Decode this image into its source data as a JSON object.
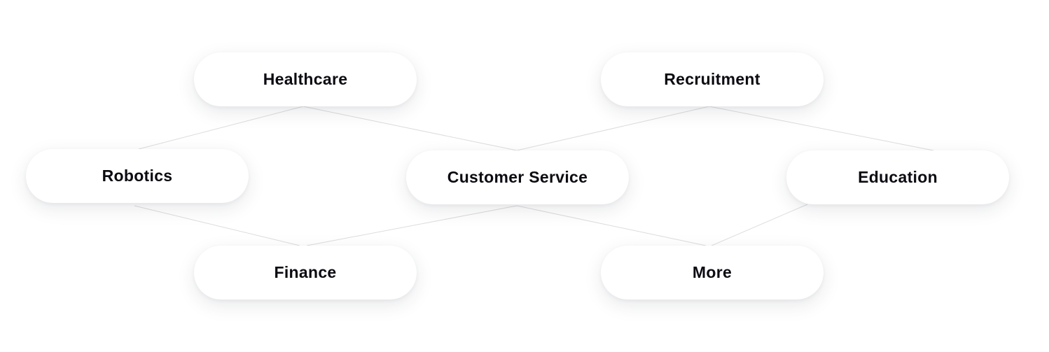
{
  "nodes": {
    "healthcare": "Healthcare",
    "recruitment": "Recruitment",
    "robotics": "Robotics",
    "customer_service": "Customer Service",
    "education": "Education",
    "finance": "Finance",
    "more": "More"
  },
  "edges": [
    [
      "healthcare",
      "robotics"
    ],
    [
      "healthcare",
      "customer_service"
    ],
    [
      "recruitment",
      "customer_service"
    ],
    [
      "recruitment",
      "education"
    ],
    [
      "robotics",
      "finance"
    ],
    [
      "customer_service",
      "finance"
    ],
    [
      "customer_service",
      "more"
    ],
    [
      "education",
      "more"
    ]
  ],
  "colors": {
    "connector": "#dcdcdc",
    "label": "#0b0b12",
    "node_background": "#ffffff"
  }
}
